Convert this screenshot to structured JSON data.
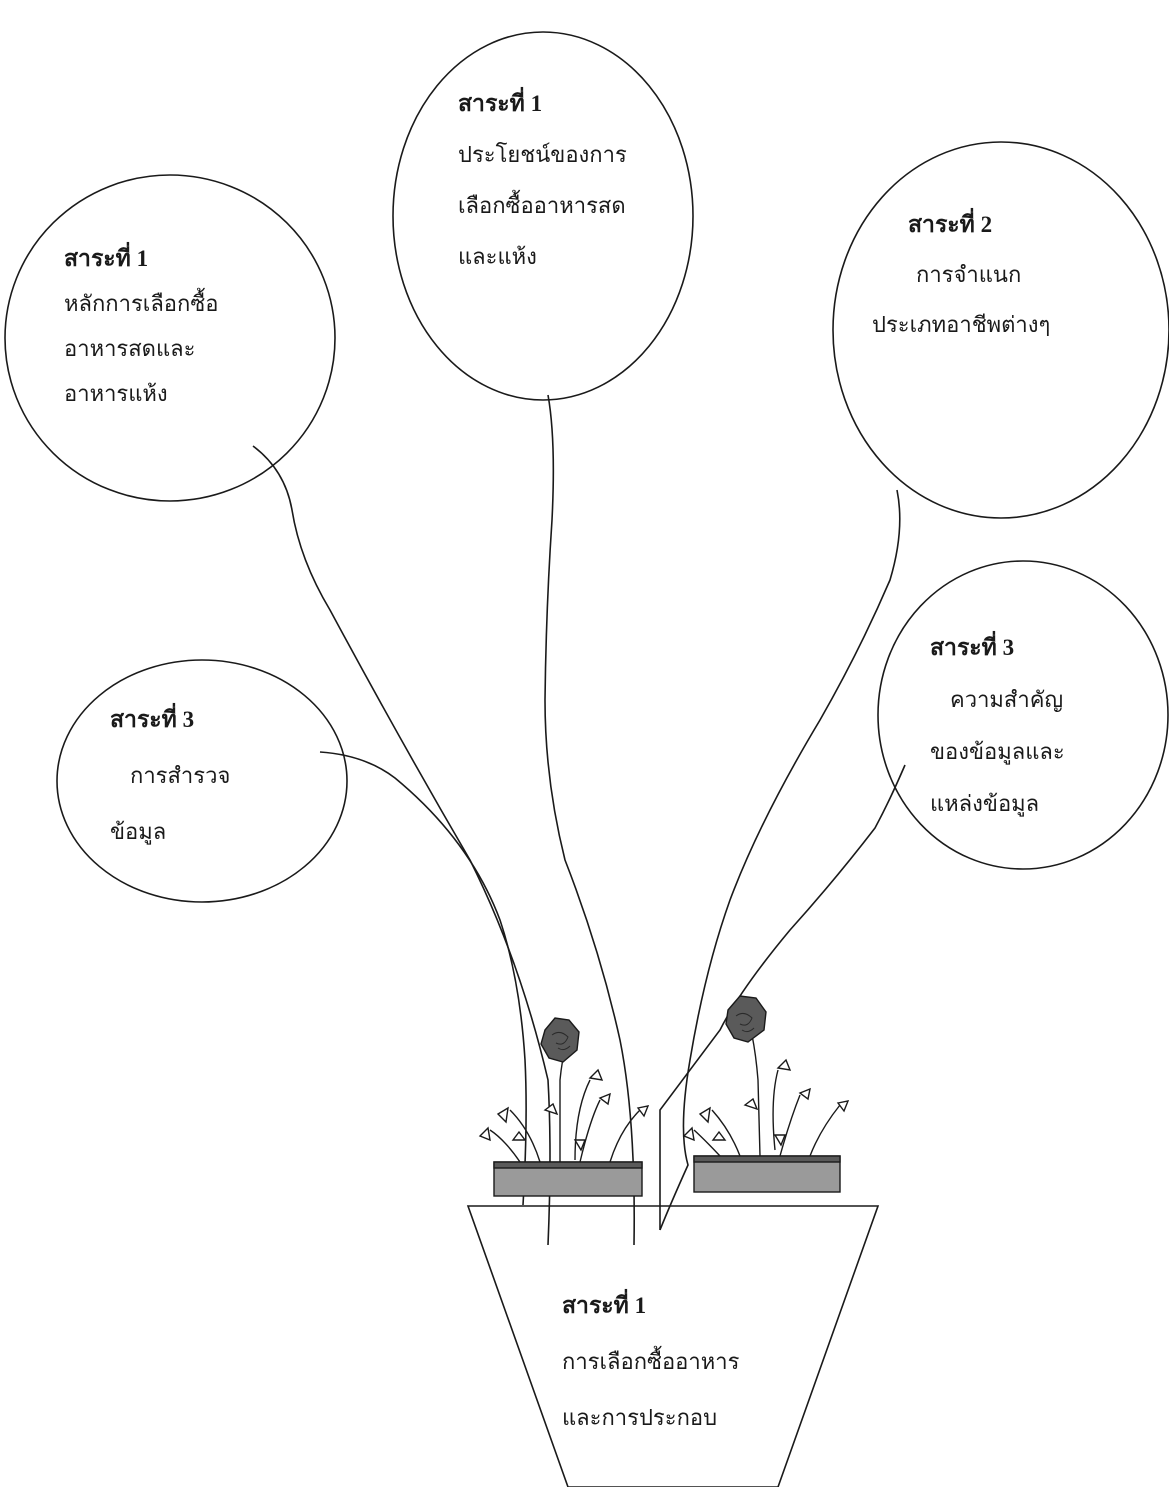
{
  "nodes": {
    "left": {
      "title": "สาระที่ 1",
      "lines": [
        "หลักการเลือกซื้อ",
        "อาหารสดและ",
        "อาหารแห้ง"
      ]
    },
    "top": {
      "title": "สาระที่ 1",
      "lines": [
        "ประโยชน์ของการ",
        "เลือกซื้ออาหารสด",
        "และแห้ง"
      ]
    },
    "right": {
      "title": "สาระที่ 2",
      "lines": [
        "การจำแนก",
        "ประเภทอาชีพต่างๆ"
      ]
    },
    "lower_left": {
      "title": "สาระที่ 3",
      "lines": [
        "การสำรวจ",
        "ข้อมูล"
      ]
    },
    "lower_right": {
      "title": "สาระที่ 3",
      "lines": [
        "ความสำคัญ",
        "ของข้อมูลและ",
        "แหล่งข้อมูล"
      ]
    }
  },
  "pot": {
    "title": "สาระที่ 1",
    "lines": [
      "การเลือกซื้ออาหาร",
      "และการประกอบ"
    ]
  },
  "colors": {
    "stroke": "#1a1a1a",
    "soil": "#8a8a8a",
    "flower": "#5a5a5a"
  },
  "icons": {
    "left_planter": "flower-box-icon",
    "right_planter": "flower-box-icon"
  }
}
